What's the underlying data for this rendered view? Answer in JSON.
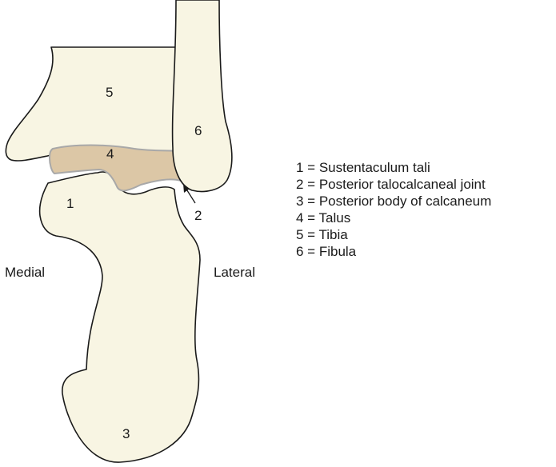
{
  "labels": {
    "sustentaculum_tali": "1",
    "posterior_talocalcaneal_joint": "2",
    "posterior_body_of_calcaneum": "3",
    "talus": "4",
    "tibia": "5",
    "fibula": "6"
  },
  "orientation": {
    "medial": "Medial",
    "lateral": "Lateral"
  },
  "legend": [
    "1 = Sustentaculum tali",
    "2 = Posterior talocalcaneal joint",
    "3 = Posterior body of calcaneum",
    "4 = Talus",
    "5 = Tibia",
    "6 = Fibula"
  ],
  "colors": {
    "bone_fill": "#f8f5e3",
    "talus_fill": "#dcc7a6",
    "outline": "#1a1a1a"
  }
}
